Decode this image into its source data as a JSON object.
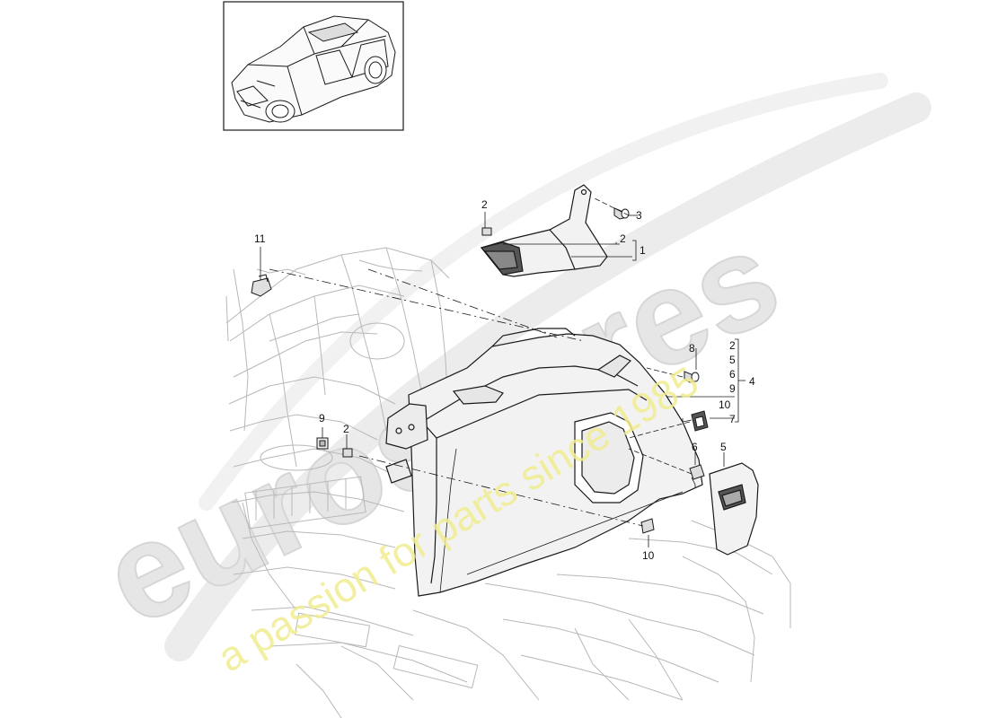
{
  "watermark": {
    "brand": "eurospares",
    "tagline": "a passion for parts since 1985",
    "brand_color": "#e4e4e4",
    "tagline_color": "#f2ee9a"
  },
  "thumbnail": {
    "icon": "suv-car-icon"
  },
  "callouts": {
    "c1": "1",
    "c2a": "2",
    "c2b": "2",
    "c2c": "2",
    "c2d": "2",
    "c3": "3",
    "c4": "4",
    "c5a": "5",
    "c5b": "5",
    "c6a": "6",
    "c6b": "6",
    "c7": "7",
    "c8": "8",
    "c9a": "9",
    "c9b": "9",
    "c10a": "10",
    "c10b": "10",
    "c11": "11"
  },
  "colors": {
    "line": "#1a1a1a",
    "ghost": "#b8b8b8",
    "part_fill": "#f2f2f2"
  }
}
